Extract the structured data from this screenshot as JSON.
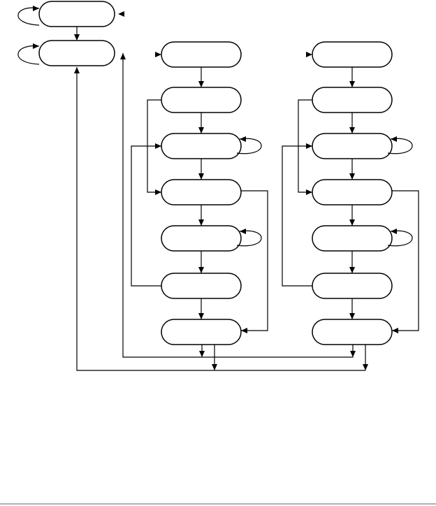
{
  "diagram": {
    "type": "state-flow",
    "colors": {
      "stroke": "#000000",
      "fill": "#ffffff",
      "footer_rule": "#b0b0b0"
    },
    "nodes": [
      {
        "id": "top-state",
        "label": ""
      },
      {
        "id": "main-state",
        "label": ""
      },
      {
        "id": "col1-state-1",
        "label": ""
      },
      {
        "id": "col1-state-2",
        "label": ""
      },
      {
        "id": "col1-state-3",
        "label": ""
      },
      {
        "id": "col1-state-4",
        "label": ""
      },
      {
        "id": "col1-state-5",
        "label": ""
      },
      {
        "id": "col1-state-6",
        "label": ""
      },
      {
        "id": "col1-state-7",
        "label": ""
      },
      {
        "id": "col2-state-1",
        "label": ""
      },
      {
        "id": "col2-state-2",
        "label": ""
      },
      {
        "id": "col2-state-3",
        "label": ""
      },
      {
        "id": "col2-state-4",
        "label": ""
      },
      {
        "id": "col2-state-5",
        "label": ""
      },
      {
        "id": "col2-state-6",
        "label": ""
      },
      {
        "id": "col2-state-7",
        "label": ""
      }
    ],
    "transitions": [
      {
        "from": "top-state",
        "to": "top-state",
        "kind": "self-loop"
      },
      {
        "from": "top-state",
        "to": "main-state"
      },
      {
        "from": "main-state",
        "to": "main-state",
        "kind": "self-loop"
      },
      {
        "from": "col1-state-1",
        "to": "col1-state-2"
      },
      {
        "from": "col1-state-2",
        "to": "col1-state-3"
      },
      {
        "from": "col1-state-2",
        "to": "col1-state-4"
      },
      {
        "from": "col1-state-3",
        "to": "col1-state-3",
        "kind": "self-loop"
      },
      {
        "from": "col1-state-3",
        "to": "col1-state-4"
      },
      {
        "from": "col1-state-4",
        "to": "col1-state-5"
      },
      {
        "from": "col1-state-4",
        "to": "col1-state-7"
      },
      {
        "from": "col1-state-5",
        "to": "col1-state-5",
        "kind": "self-loop"
      },
      {
        "from": "col1-state-5",
        "to": "col1-state-6"
      },
      {
        "from": "col1-state-6",
        "to": "col1-state-3"
      },
      {
        "from": "col1-state-6",
        "to": "col1-state-7"
      },
      {
        "from": "col1-state-7",
        "to": "main-state"
      },
      {
        "from": "col2-state-1",
        "to": "col2-state-2"
      },
      {
        "from": "col2-state-2",
        "to": "col2-state-3"
      },
      {
        "from": "col2-state-2",
        "to": "col2-state-4"
      },
      {
        "from": "col2-state-3",
        "to": "col2-state-3",
        "kind": "self-loop"
      },
      {
        "from": "col2-state-3",
        "to": "col2-state-4"
      },
      {
        "from": "col2-state-4",
        "to": "col2-state-5"
      },
      {
        "from": "col2-state-4",
        "to": "col2-state-7"
      },
      {
        "from": "col2-state-5",
        "to": "col2-state-5",
        "kind": "self-loop"
      },
      {
        "from": "col2-state-5",
        "to": "col2-state-6"
      },
      {
        "from": "col2-state-6",
        "to": "col2-state-3"
      },
      {
        "from": "col2-state-6",
        "to": "col2-state-7"
      },
      {
        "from": "col2-state-7",
        "to": "main-state"
      }
    ]
  }
}
